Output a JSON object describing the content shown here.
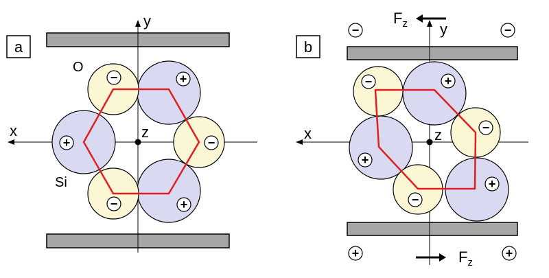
{
  "panel_a": {
    "label": "a",
    "axis_x": "x",
    "axis_y": "y",
    "axis_z": "z",
    "oxygen_label": "O",
    "silicon_label": "Si",
    "atom_signs": {
      "oxygen": "−",
      "silicon": "+"
    }
  },
  "panel_b": {
    "label": "b",
    "axis_x": "x",
    "axis_y": "y",
    "axis_z": "z",
    "force_label": "F",
    "force_subscript": "z",
    "surface_charge_top": "−",
    "surface_charge_bottom": "+",
    "atom_signs": {
      "oxygen": "−",
      "silicon": "+"
    }
  },
  "colors": {
    "silicon_fill": "#d9d9f2",
    "oxygen_fill": "#fbf7d5",
    "bond_line": "#e02020",
    "plate_fill": "#a6a6a6"
  },
  "icons": [
    "arrow-left-icon",
    "arrow-right-icon",
    "arrow-up-icon"
  ]
}
